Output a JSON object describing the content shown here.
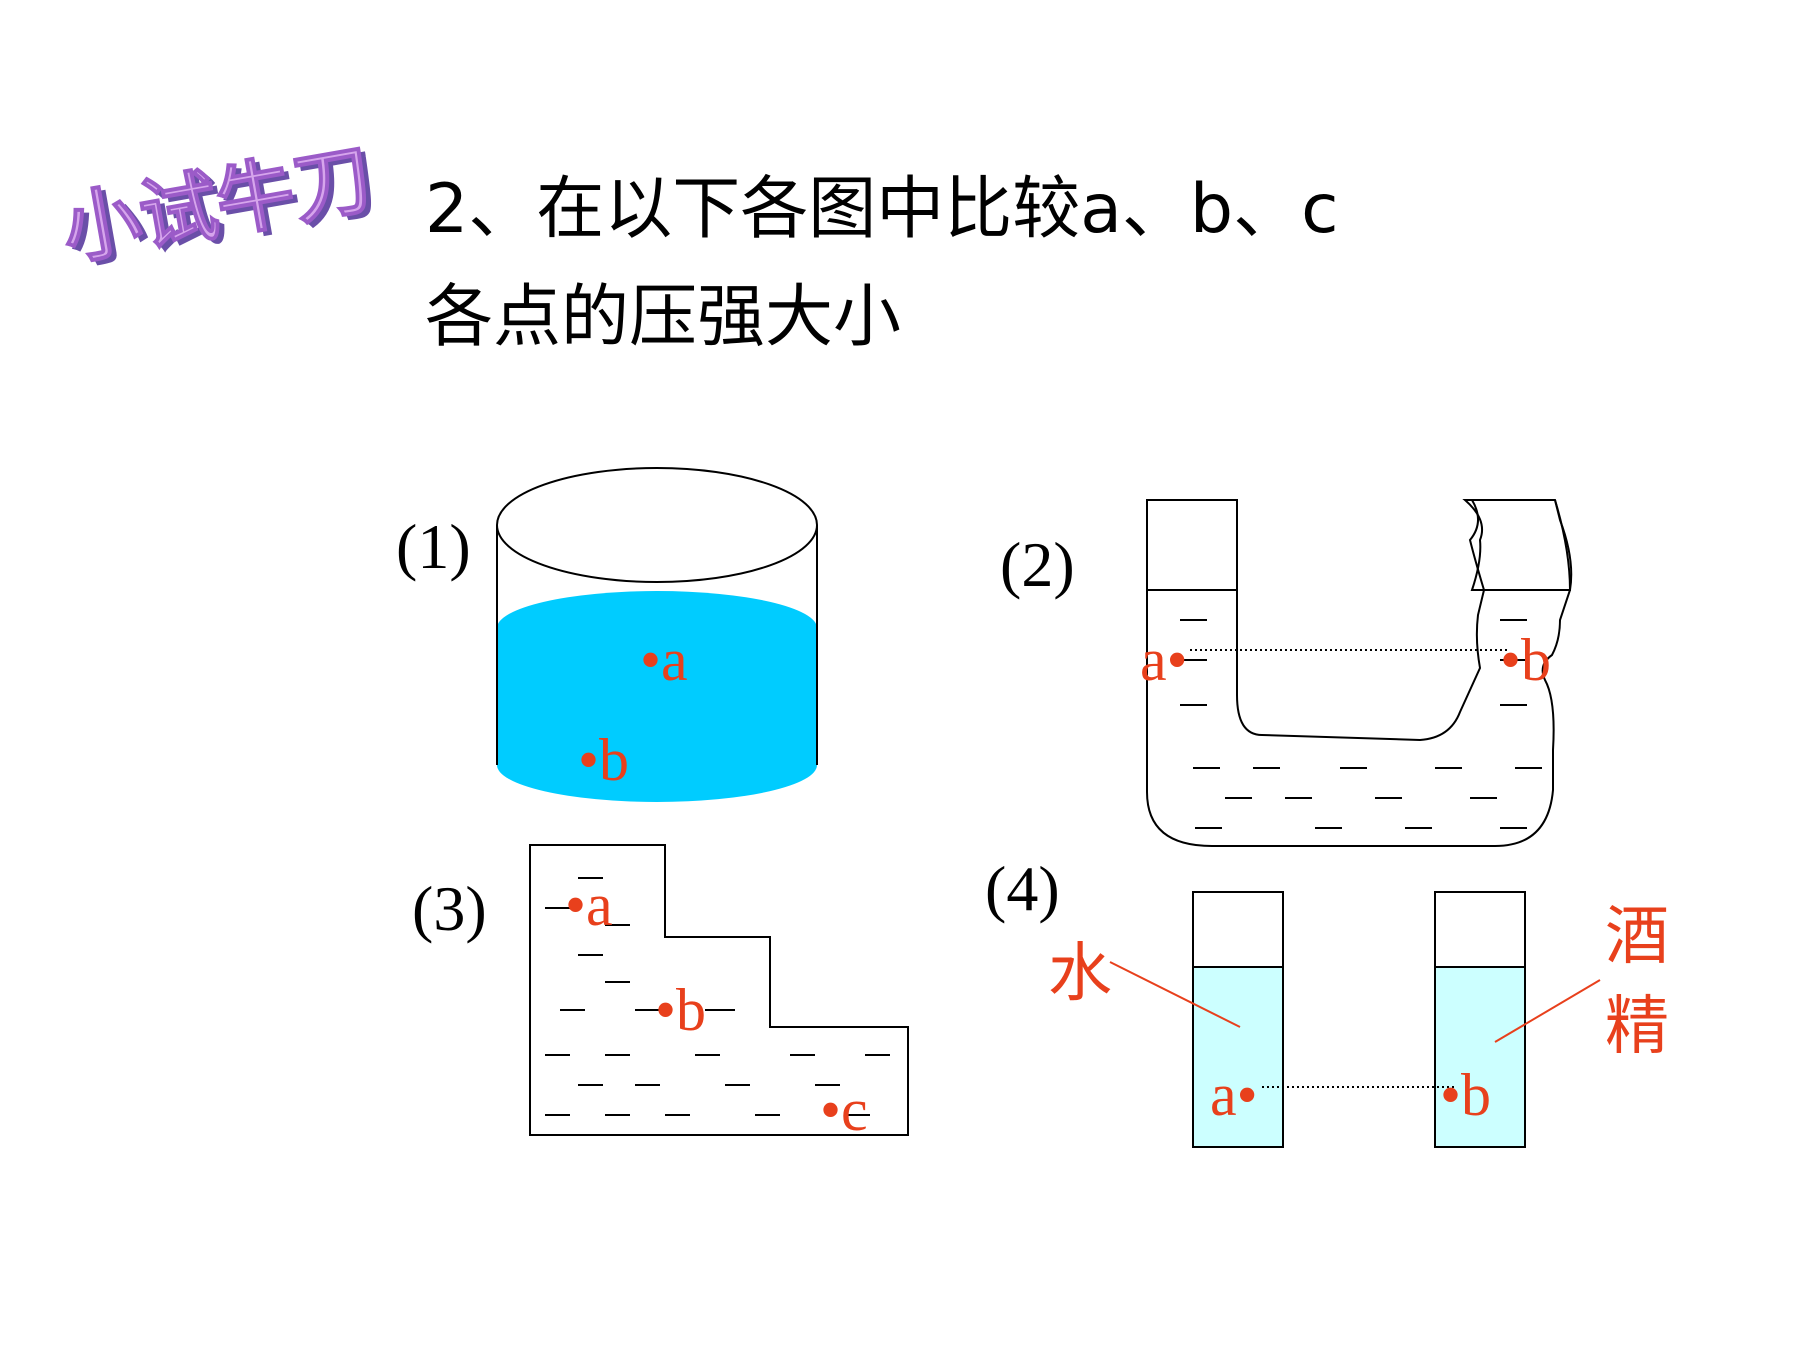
{
  "wordart": "小试牛刀",
  "title": {
    "line1": "2、在以下各图中比较a、b、c",
    "line2": "各点的压强大小"
  },
  "figures": {
    "fig1": {
      "label": "(1)",
      "point_a": "•a",
      "point_b": "•b"
    },
    "fig2": {
      "label": "(2)",
      "point_a": "a•",
      "point_b": "•b"
    },
    "fig3": {
      "label": "(3)",
      "point_a": "•a",
      "point_b": "•b",
      "point_c": "•c"
    },
    "fig4": {
      "label": "(4)",
      "point_a": "a•",
      "point_b": "•b",
      "liquid_left": "水",
      "liquid_right_1": "酒",
      "liquid_right_2": "精"
    }
  },
  "colors": {
    "water_fig1": "#00CCFF",
    "water_fig4": "#CCFFFF",
    "label_red": "#E8401C",
    "wordart_fill": "#D6A5EC",
    "wordart_shadow": "#6A4FA8"
  }
}
